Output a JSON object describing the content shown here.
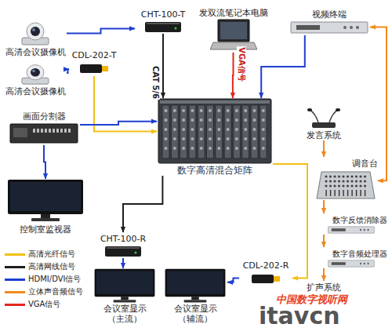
{
  "diagram": {
    "nodes": [
      {
        "text": [
          "高清会议摄像机"
        ]
      },
      {
        "text": [
          "高清会议摄像机"
        ]
      },
      {
        "text": [
          "CHT-100-T"
        ]
      },
      {
        "text": [
          "CDL-202-T"
        ]
      },
      {
        "text": [
          "发双流笔记本电脑"
        ]
      },
      {
        "text": [
          "视频终端"
        ]
      },
      {
        "text": [
          "画面分割器"
        ]
      },
      {
        "text": [
          "数字高清混合矩阵"
        ]
      },
      {
        "text": [
          "控制室监视器"
        ]
      },
      {
        "text": [
          "发言系统"
        ]
      },
      {
        "text": [
          "调音台"
        ]
      },
      {
        "text": [
          "数字反馈消除器"
        ]
      },
      {
        "text": [
          "数字音频处理器"
        ]
      },
      {
        "text": [
          "扩声系统"
        ]
      },
      {
        "text": [
          "CHT-100-R"
        ]
      },
      {
        "text": [
          "CDL-202-R"
        ]
      },
      {
        "text": [
          "会议室显示 （主流）"
        ]
      },
      {
        "text": [
          "会议室显示 （辅流）"
        ]
      }
    ],
    "edges": [
      {
        "from": 0,
        "to": 2,
        "arrow": "to"
      },
      {
        "from": 2,
        "to": 7,
        "arrow": "to",
        "label": "CAT 5/6"
      },
      {
        "from": 1,
        "to": 3,
        "arrow": "to"
      },
      {
        "from": 3,
        "to": 7,
        "arrow": "to"
      },
      {
        "from": 4,
        "to": 7,
        "arrow": "to",
        "label": "VGA信号"
      },
      {
        "from": 5,
        "to": 7,
        "arrow": "to"
      },
      {
        "from": 5,
        "to": 10,
        "arrow": "both"
      },
      {
        "from": 6,
        "to": 7,
        "arrow": "to"
      },
      {
        "from": 6,
        "to": 8,
        "arrow": "to"
      },
      {
        "from": 7,
        "to": 14,
        "arrow": "to"
      },
      {
        "from": 14,
        "to": 16,
        "arrow": "to"
      },
      {
        "from": 7,
        "to": 15,
        "arrow": "to"
      },
      {
        "from": 15,
        "to": 17,
        "arrow": "to"
      },
      {
        "from": 9,
        "to": 10,
        "arrow": "to"
      },
      {
        "from": 10,
        "to": 11,
        "arrow": "to"
      },
      {
        "from": 11,
        "to": 12,
        "arrow": "to"
      },
      {
        "from": 12,
        "to": 13,
        "arrow": "to"
      }
    ],
    "labels": [
      "中国数字视听网",
      "itavcn"
    ],
    "legend": [
      {
        "text": "高清光纤信号"
      },
      {
        "text": "高清网线信号"
      },
      {
        "text": "HDMI/DVI信号"
      },
      {
        "text": "立体声音频信号"
      },
      {
        "text": "VGA信号"
      }
    ]
  }
}
